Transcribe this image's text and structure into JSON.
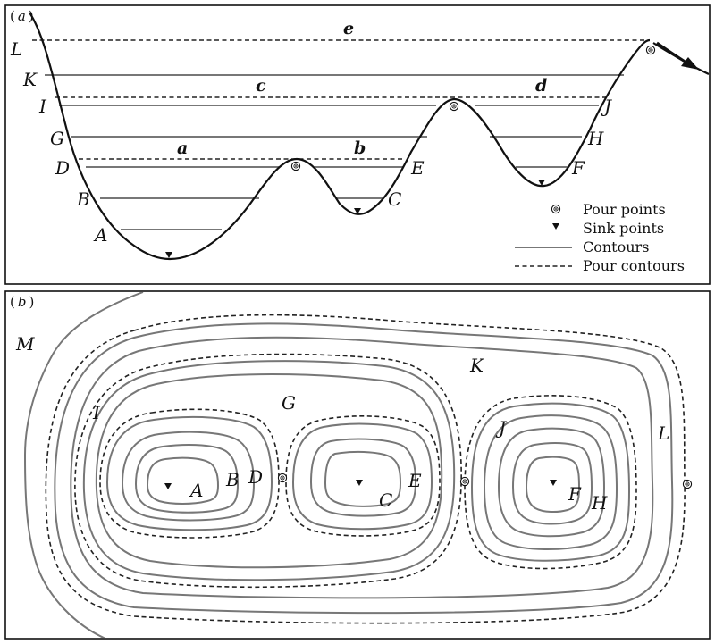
{
  "panel_a": {
    "label_open": "(",
    "label_letter": "a",
    "label_close": ")",
    "level_labels": [
      "A",
      "B",
      "C",
      "D",
      "E",
      "F",
      "G",
      "H",
      "I",
      "J",
      "K",
      "L"
    ],
    "pour_contour_labels": [
      "a",
      "b",
      "c",
      "d",
      "e"
    ]
  },
  "panel_b": {
    "label_open": "(",
    "label_letter": "b",
    "label_close": ")",
    "contour_labels": [
      "A",
      "B",
      "C",
      "D",
      "E",
      "F",
      "G",
      "H",
      "I",
      "J",
      "K",
      "L",
      "M"
    ]
  },
  "legend": {
    "pour_points": "Pour points",
    "sink_points": "Sink points",
    "contours": "Contours",
    "pour_contours": "Pour contours"
  },
  "colors": {
    "contour": "#777777",
    "pour_contour": "#222222",
    "terrain": "#111111"
  }
}
